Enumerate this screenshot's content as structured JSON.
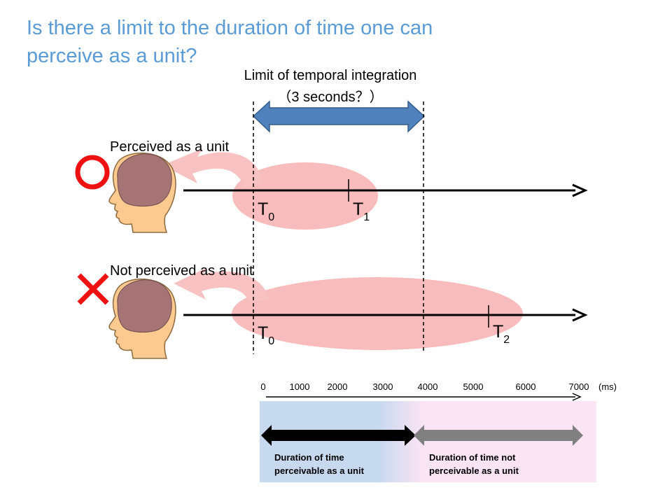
{
  "slide": {
    "title_line1": "Is there a limit to the duration of time one can",
    "title_line2": "perceive as a unit?"
  },
  "integration": {
    "label": "Limit of temporal integration",
    "sublabel": "（3 seconds？）"
  },
  "rows": [
    {
      "caption": "Perceived as a unit",
      "verdict_icon": "circle-icon",
      "start_label": "T",
      "start_sub": "0",
      "end_label": "T",
      "end_sub": "1"
    },
    {
      "caption": "Not perceived as a unit",
      "verdict_icon": "cross-icon",
      "start_label": "T",
      "start_sub": "0",
      "end_label": "T",
      "end_sub": "2"
    }
  ],
  "scale": {
    "ticks": [
      "0",
      "1000",
      "2000",
      "3000",
      "4000",
      "5000",
      "6000",
      "7000"
    ],
    "unit": "(ms)"
  },
  "legend": {
    "perceivable_line1": "Duration of time",
    "perceivable_line2": "perceivable as a unit",
    "not_perceivable_line1": "Duration of time not",
    "not_perceivable_line2": "perceivable as a unit"
  },
  "colors": {
    "title": "#5b9bd5",
    "double_arrow": "#4f81bd",
    "ellipse": "#f8b8b8",
    "perceivable_bg": "#c6d9ef",
    "not_perceivable_bg": "#fbe4f4",
    "circle_mark": "#ee1111",
    "cross_mark": "#ee1111",
    "head_skin": "#fcc98e",
    "brain": "#a67474"
  }
}
